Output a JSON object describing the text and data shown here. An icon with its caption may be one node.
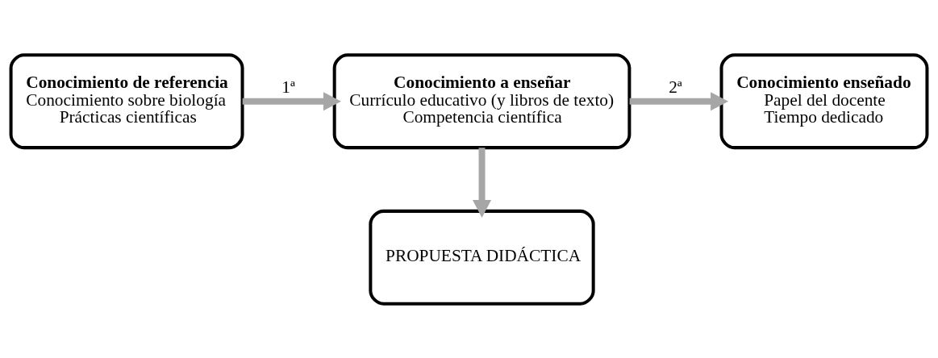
{
  "diagram": {
    "nodes": [
      {
        "text": [
          "Conocimiento de referencia",
          "Conocimiento sobre biología",
          "Prácticas científicas"
        ]
      },
      {
        "text": [
          "Conocimiento a enseñar",
          "Currículo educativo (y libros de texto)",
          "Competencia científica"
        ]
      },
      {
        "text": [
          "Conocimiento enseñado",
          "Papel del docente",
          "Tiempo dedicado"
        ]
      },
      {
        "text": [
          "PROPUESTA DIDÁCTICA"
        ]
      }
    ],
    "edges": [
      {
        "from": 0,
        "to": 1,
        "arrow": "to",
        "label": "1ª"
      },
      {
        "from": 1,
        "to": 2,
        "arrow": "to",
        "label": "2ª"
      },
      {
        "from": 1,
        "to": 3,
        "arrow": "to"
      }
    ]
  }
}
